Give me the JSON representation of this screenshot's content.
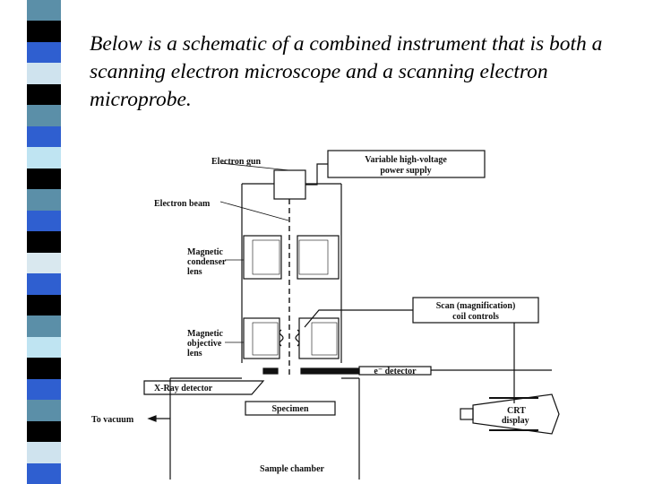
{
  "slide": {
    "caption": "Below is a schematic of a combined instrument that is both a scanning electron microscope and a scanning electron microprobe."
  },
  "stripe_colors": [
    "#5b8fa8",
    "#000000",
    "#2f5fd0",
    "#cfe3ee",
    "#000000",
    "#5b8fa8",
    "#2f5fd0",
    "#bfe4f2",
    "#000000",
    "#5b8fa8",
    "#2f5fd0",
    "#000000",
    "#d9e8ef",
    "#2f5fd0",
    "#000000",
    "#5b8fa8",
    "#bfe4f2",
    "#000000",
    "#2f5fd0",
    "#5b8fa8",
    "#000000",
    "#cfe3ee",
    "#2f5fd0"
  ],
  "diagram": {
    "labels": {
      "electron_gun": "Electron gun",
      "power_supply_line1": "Variable high-voltage",
      "power_supply_line2": "power supply",
      "electron_beam": "Electron beam",
      "condenser_line1": "Magnetic",
      "condenser_line2": "condenser",
      "condenser_line3": "lens",
      "scan_line1": "Scan (magnification)",
      "scan_line2": "coil controls",
      "objective_line1": "Magnetic",
      "objective_line2": "objective",
      "objective_line3": "lens",
      "e_detector": "e⁻ detector",
      "xray_detector": "X-Ray detector",
      "specimen": "Specimen",
      "crt_line1": "CRT",
      "crt_line2": "display",
      "to_vacuum": "To vacuum",
      "sample_chamber": "Sample chamber"
    }
  }
}
